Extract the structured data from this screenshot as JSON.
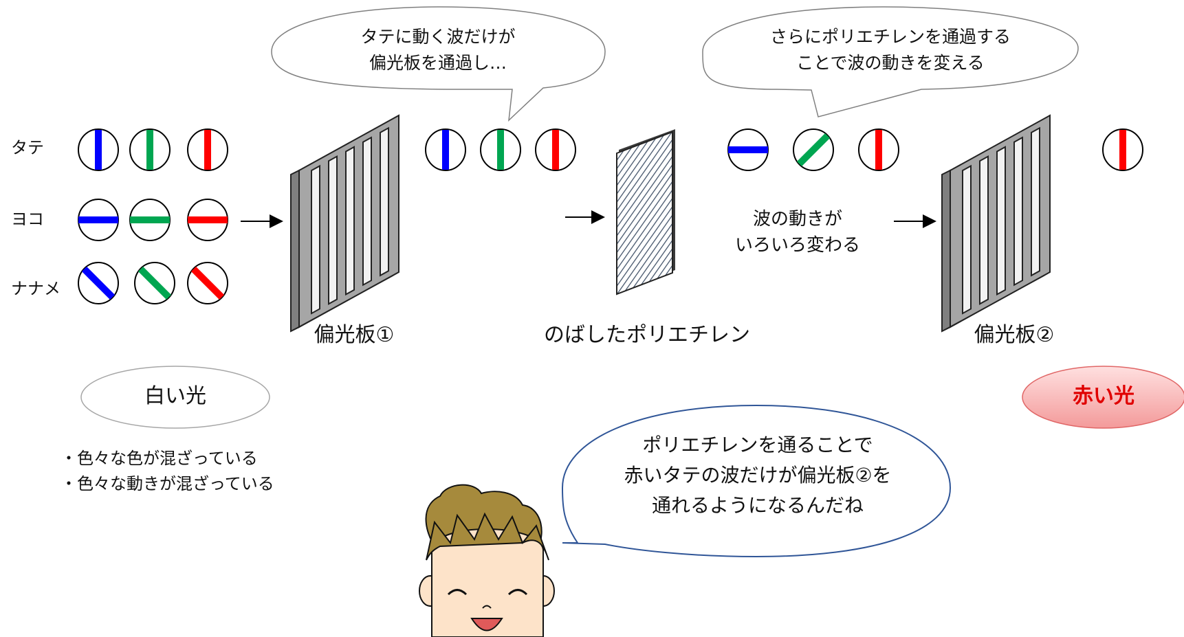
{
  "rows": {
    "vertical": "タテ",
    "horizontal": "ヨコ",
    "diagonal": "ナナメ"
  },
  "bubbles": {
    "first": [
      "タテに動く波だけが",
      "偏光板を通過し…"
    ],
    "second": [
      "さらにポリエチレンを通過する",
      "ことで波の動きを変える"
    ],
    "boy": [
      "ポリエチレンを通ることで",
      "赤いタテの波だけが偏光板②を",
      "通れるようになるんだね"
    ]
  },
  "labels": {
    "polarizer1": "偏光板①",
    "polyethylene": "のばしたポリエチレン",
    "polarizer2": "偏光板②",
    "wave_change": [
      "波の動きが",
      "いろいろ変わる"
    ]
  },
  "white_light": {
    "title": "白い光",
    "notes": [
      "・色々な色が混ざっている",
      "・色々な動きが混ざっている"
    ]
  },
  "red_light": {
    "title": "赤い光"
  },
  "colors": {
    "blue": "#0000ff",
    "green": "#00a651",
    "red": "#ff0000",
    "panel_gray": "#a6a6a6",
    "red_bubble": "#f8b8b8",
    "bubble_blue_border": "#2f5597"
  },
  "icons": [
    "polarizer-panel",
    "polyethylene-sheet",
    "arrow-right",
    "wave-circle",
    "boy-face"
  ]
}
